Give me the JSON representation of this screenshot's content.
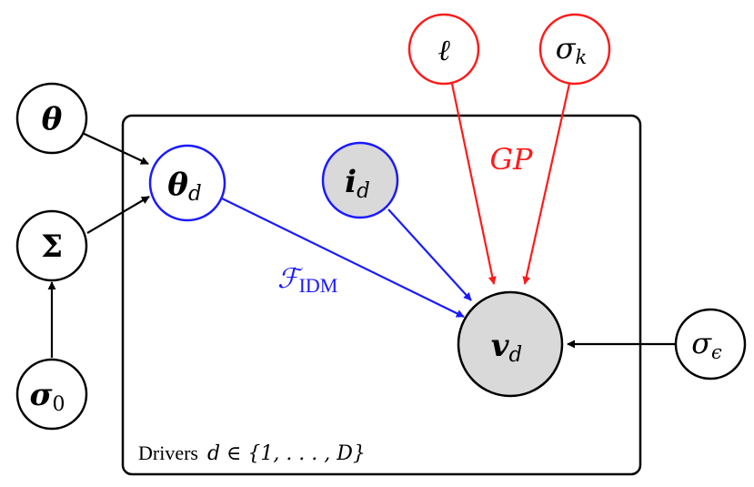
{
  "colors": {
    "black": "#000000",
    "blue": "#1a1aff",
    "red": "#ff1a1a",
    "observed_fill": "#d9d9d9",
    "latent_fill": "#ffffff"
  },
  "nodes": {
    "theta": {
      "main": "θ",
      "sub": ""
    },
    "sigma_cap": {
      "main": "Σ",
      "sub": ""
    },
    "sigma0": {
      "main": "σ",
      "sub": "0"
    },
    "theta_d": {
      "main": "θ",
      "sub": "d"
    },
    "i_d": {
      "main": "i",
      "sub": "d"
    },
    "v_d": {
      "main": "v",
      "sub": "d"
    },
    "ell": {
      "main": "ℓ",
      "sub": ""
    },
    "sigma_k": {
      "main": "σ",
      "sub": "k"
    },
    "sigma_eps": {
      "main": "σ",
      "sub": "ϵ"
    }
  },
  "labels": {
    "f_idm": {
      "main": "ℱ",
      "sub": "IDM"
    },
    "gp": "GP"
  },
  "plate": {
    "label_prefix": "Drivers",
    "label_math": "d ∈ {1, . . . , D}"
  }
}
